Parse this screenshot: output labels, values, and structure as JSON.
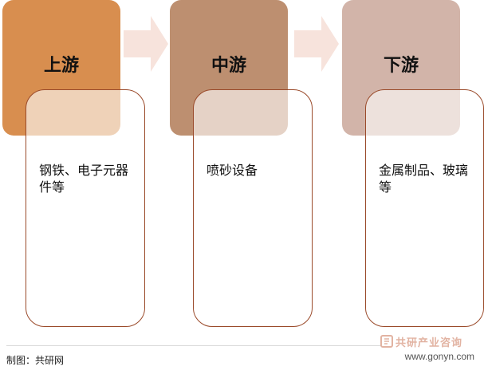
{
  "stages": [
    {
      "title": "上游",
      "detail": "钢铁、电子元器件等"
    },
    {
      "title": "中游",
      "detail": "喷砂设备"
    },
    {
      "title": "下游",
      "detail": "金属制品、玻璃等"
    }
  ],
  "colors": {
    "upstream": "#d88e4f",
    "midstream": "#bd8f70",
    "downstream": "#d2b4a9",
    "arrow": "#f7e3dc",
    "detail_border": "#9a4a2a"
  },
  "footer": {
    "source": "制图：共研网",
    "logo_text": "共研产业咨询",
    "url": "www.gonyn.com"
  }
}
